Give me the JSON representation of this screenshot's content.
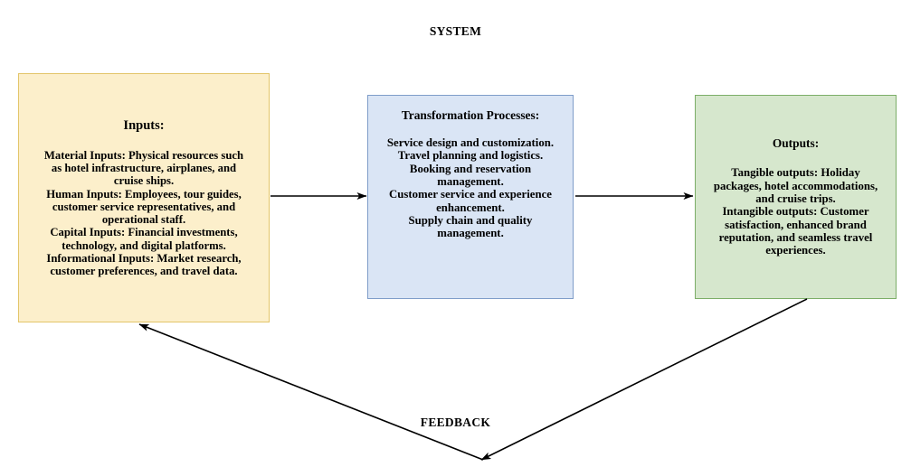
{
  "diagram": {
    "title": "SYSTEM",
    "feedback_label": "FEEDBACK",
    "colors": {
      "inputs_fill": "#FCEFCB",
      "inputs_border": "#E3C56A",
      "processes_fill": "#DAE5F5",
      "processes_border": "#7F9DC9",
      "outputs_fill": "#D6E7CD",
      "outputs_border": "#7CAE68",
      "arrow": "#000000",
      "text": "#000000",
      "background": "#FFFFFF"
    },
    "boxes": [
      {
        "id": "inputs",
        "heading": "Inputs:",
        "lines": [
          "Material Inputs: Physical resources such",
          "as hotel infrastructure, airplanes, and",
          "cruise ships.",
          "Human Inputs: Employees, tour guides,",
          "customer service representatives, and",
          "operational staff.",
          "Capital Inputs: Financial investments,",
          "technology, and digital platforms.",
          "Informational Inputs: Market research,",
          "customer preferences, and travel data."
        ]
      },
      {
        "id": "processes",
        "heading": "Transformation Processes:",
        "lines": [
          "Service design and customization.",
          "Travel planning and logistics.",
          "Booking and reservation",
          "management.",
          "Customer service and experience",
          "enhancement.",
          "Supply chain and quality",
          "management."
        ]
      },
      {
        "id": "outputs",
        "heading": "Outputs:",
        "lines": [
          "Tangible outputs: Holiday",
          "packages, hotel accommodations,",
          "and cruise trips.",
          "Intangible outputs: Customer",
          "satisfaction, enhanced brand",
          "reputation, and seamless travel",
          "experiences."
        ]
      }
    ],
    "connectors": [
      {
        "id": "inputs-to-processes",
        "from": "inputs",
        "to": "processes",
        "style": "solid-arrow"
      },
      {
        "id": "processes-to-outputs",
        "from": "processes",
        "to": "outputs",
        "style": "solid-arrow"
      },
      {
        "id": "outputs-to-feedback-vertex",
        "from": "outputs",
        "to": "feedback-vertex",
        "style": "solid-arrow"
      },
      {
        "id": "feedback-vertex-to-inputs",
        "from": "feedback-vertex",
        "to": "inputs",
        "style": "solid-arrow"
      }
    ]
  }
}
